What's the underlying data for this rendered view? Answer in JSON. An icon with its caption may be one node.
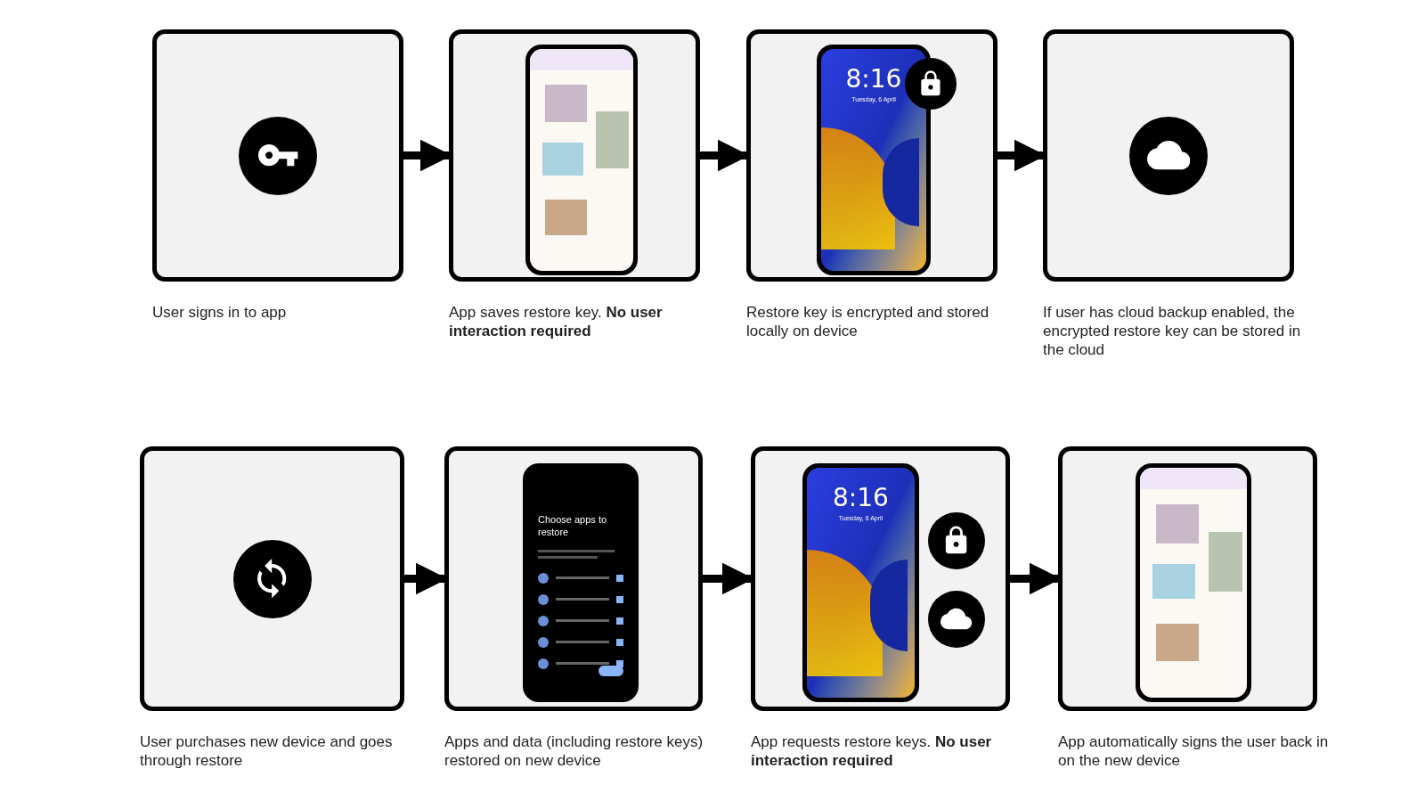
{
  "diagram": {
    "nodes": [
      {
        "text": [],
        "shape": "box",
        "beside": [
          "User signs in to app"
        ]
      },
      {
        "text": [],
        "shape": "box",
        "beside": [
          "App saves restore key. **No user interaction required**"
        ]
      },
      {
        "text": [],
        "shape": "box",
        "beside": [
          "Restore key is encrypted and stored locally on device"
        ]
      },
      {
        "text": [],
        "shape": "box",
        "beside": [
          "If user has cloud backup enabled, the encrypted restore key can be stored in the cloud"
        ]
      },
      {
        "text": [],
        "shape": "box",
        "beside": [
          "User purchases new device and goes through restore"
        ]
      },
      {
        "text": [],
        "shape": "box",
        "beside": [
          "Apps and data (including restore keys) restored on new device"
        ]
      },
      {
        "text": [],
        "shape": "box",
        "beside": [
          "App requests restore keys. **No user interaction required**"
        ]
      },
      {
        "text": [],
        "shape": "box",
        "beside": [
          "App automatically signs the user back in on the new device"
        ]
      }
    ],
    "edges": [
      {
        "from": 0,
        "to": 1,
        "arrow": "to"
      },
      {
        "from": 1,
        "to": 2,
        "arrow": "to"
      },
      {
        "from": 2,
        "to": 3,
        "arrow": "to"
      },
      {
        "from": 4,
        "to": 5,
        "arrow": "to"
      },
      {
        "from": 5,
        "to": 6,
        "arrow": "to"
      },
      {
        "from": 6,
        "to": 7,
        "arrow": "to"
      }
    ],
    "labels": [
      "8:16",
      "Tuesday, 6 April",
      "Choose apps to restore",
      "8:16",
      "Tuesday, 6 April"
    ]
  }
}
